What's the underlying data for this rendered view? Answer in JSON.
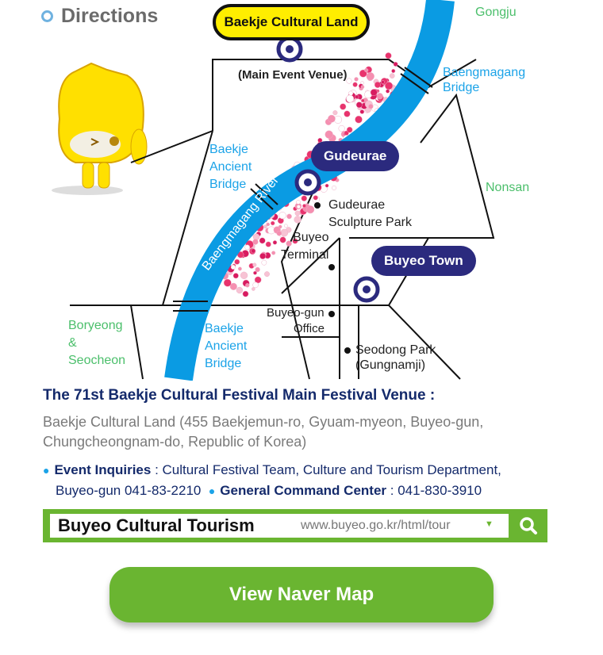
{
  "header": {
    "title": "Directions"
  },
  "map": {
    "venue_label": "Baekje Cultural Land",
    "venue_sub": "(Main Event Venue)",
    "gudeurae": "Gudeurae",
    "buyeo_town": "Buyeo Town",
    "places": {
      "gongju": "Gongju",
      "nonsan": "Nonsan",
      "boryeong": [
        "Boryeong",
        "&",
        "Seocheon"
      ],
      "baengmagang_bridge": [
        "Baengmagang",
        "Bridge"
      ],
      "ancient_bridge_top": [
        "Baekje",
        "Ancient",
        "Bridge"
      ],
      "ancient_bridge_bottom": [
        "Baekje",
        "Ancient",
        "Bridge"
      ],
      "river": "Baengmagang River",
      "sculpture_park": [
        "Gudeurae",
        "Sculpture Park"
      ],
      "terminal": [
        "Buyeo",
        "Terminal"
      ],
      "gun_office": [
        "Buyeo-gun",
        "Office"
      ],
      "seodong_park": [
        "Seodong Park",
        "(Gungnamji)"
      ]
    },
    "colors": {
      "river": "#0a9be3",
      "pin": "#2b2a7e",
      "accent": "#6ab531"
    }
  },
  "info": {
    "heading": "The 71st Baekje Cultural Festival Main Festival Venue :",
    "address_line1": "Baekje Cultural Land (455 Baekjemun-ro, Gyuam-myeon, Buyeo-gun,",
    "address_line2": "Chungcheongnam-do, Republic of Korea)",
    "inquiries_label": "Event Inquiries",
    "inquiries_text": " : Cultural Festival Team, Culture and Tourism Department,",
    "inquiries_text2": "Buyeo-gun 041-83-2210",
    "command_label": "General Command Center",
    "command_text": " :  041-830-3910"
  },
  "search": {
    "title": "Buyeo Cultural Tourism",
    "url": "www.buyeo.go.kr/html/tour",
    "caret": "▼"
  },
  "button": {
    "label": "View Naver Map"
  }
}
